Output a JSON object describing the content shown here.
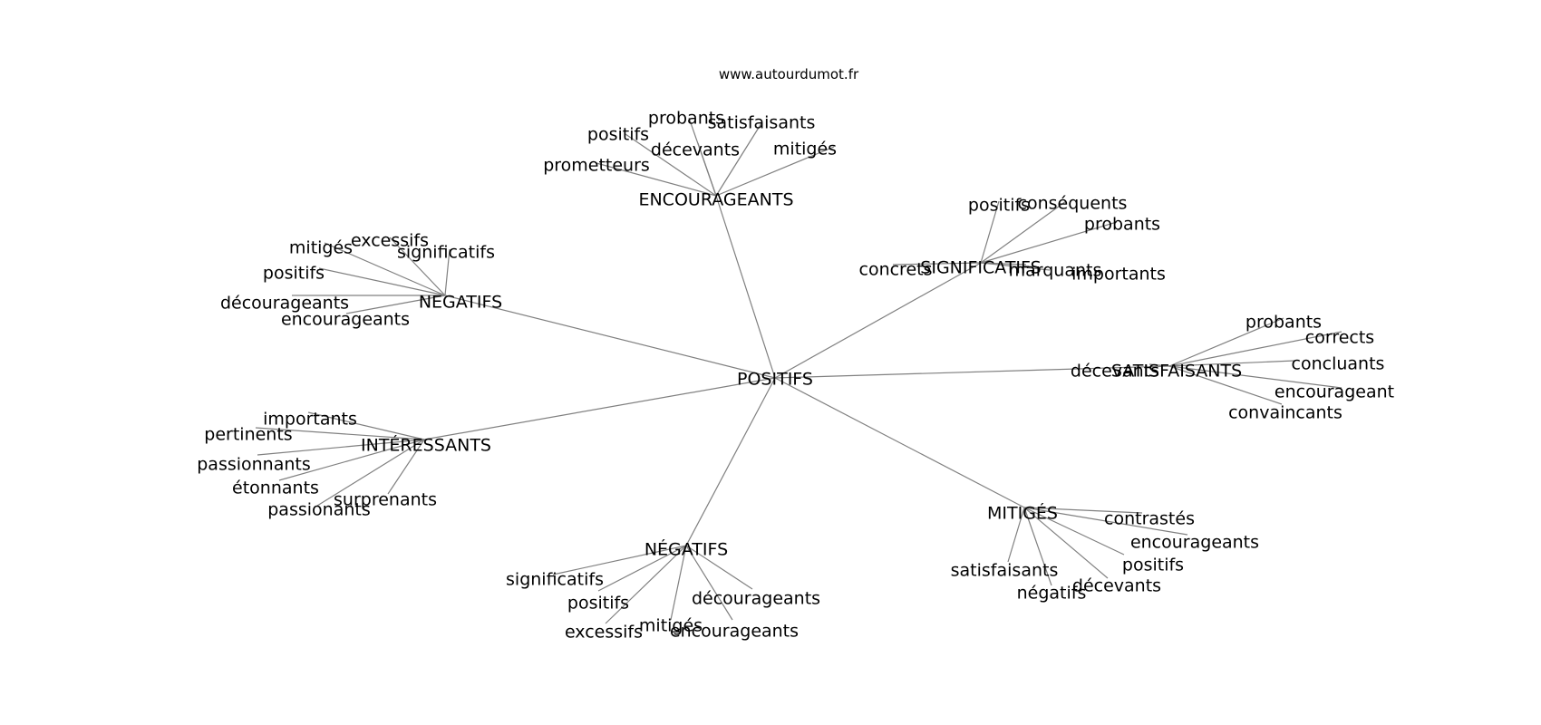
{
  "source": "www.autourdumot.fr",
  "colors": {
    "edge": "#808080",
    "text": "#000000",
    "background": "#ffffff"
  },
  "graph": {
    "root": "POSITIFS",
    "hubs": [
      {
        "id": "encourageants",
        "label": "ENCOURAGEANTS",
        "leaves": [
          "probants",
          "satisfaisants",
          "positifs",
          "décevants",
          "mitigés",
          "prometteurs"
        ]
      },
      {
        "id": "significatifs",
        "label": "SIGNIFICATIFS",
        "leaves": [
          "positifs",
          "conséquents",
          "probants",
          "concrets",
          "marquants",
          "importants"
        ]
      },
      {
        "id": "negatifs-upper",
        "label": "NEGATIFS",
        "leaves": [
          "excessifs",
          "mitigés",
          "significatifs",
          "positifs",
          "décourageants",
          "encourageants"
        ]
      },
      {
        "id": "satisfaisants",
        "label": "SATISFAISANTS",
        "leaves": [
          "probants",
          "corrects",
          "concluants",
          "décevants",
          "encourageant",
          "convaincants"
        ]
      },
      {
        "id": "interessants",
        "label": "INTÉRESSANTS",
        "leaves": [
          "importants",
          "pertinents",
          "passionnants",
          "étonnants",
          "surprenants",
          "passionants"
        ]
      },
      {
        "id": "mitiges",
        "label": "MITIGÉS",
        "leaves": [
          "contrastés",
          "encourageants",
          "positifs",
          "satisfaisants",
          "décevants",
          "négatifs"
        ]
      },
      {
        "id": "negatifs-lower",
        "label": "NÉGATIFS",
        "leaves": [
          "significatifs",
          "positifs",
          "décourageants",
          "excessifs",
          "mitigés",
          "encourageants"
        ]
      }
    ]
  }
}
